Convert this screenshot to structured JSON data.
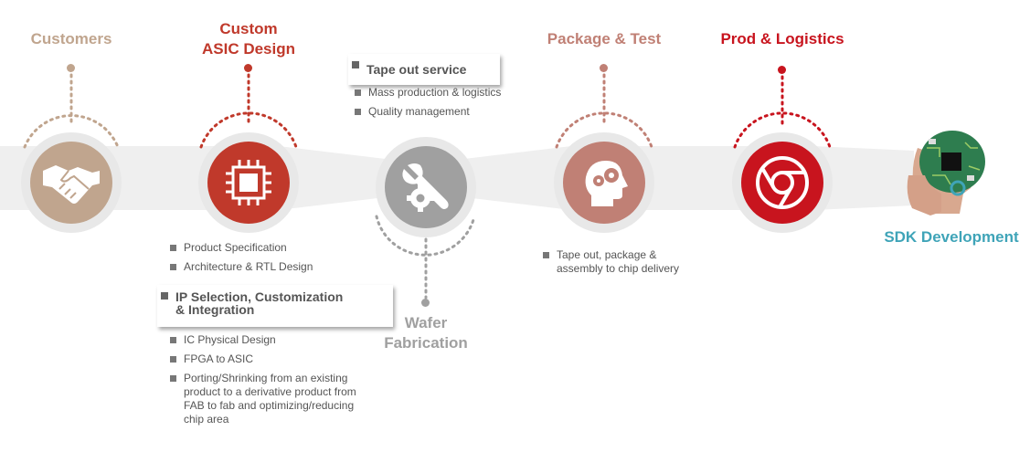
{
  "colors": {
    "customers": "#c0a58e",
    "asic": "#c0392b",
    "wafer": "#a0a0a0",
    "package": "#c08075",
    "prod": "#c8141e",
    "sdk": "#3fa4b8"
  },
  "stages": {
    "customers": {
      "title": "Customers",
      "icon": "handshake-icon"
    },
    "asic": {
      "title_line1": "Custom",
      "title_line2": "ASIC Design",
      "icon": "chip-icon",
      "bullets_top": [
        "Product Specification",
        "Architecture & RTL Design"
      ],
      "callout_line1": "IP Selection, Customization",
      "callout_line2": "& Integration",
      "bullets_bottom": [
        "IC Physical Design",
        "FPGA to ASIC",
        "Porting/Shrinking from an existing product to a derivative product from FAB to fab and optimizing/reducing chip area"
      ]
    },
    "wafer": {
      "title_line1": "Wafer",
      "title_line2": "Fabrication",
      "icon": "wrench-gear-icon",
      "callout": "Tape out service",
      "bullets": [
        "Mass production & logistics",
        "Quality management"
      ]
    },
    "package": {
      "title": "Package & Test",
      "icon": "head-gears-icon",
      "bullets": [
        "Tape out, package & assembly to chip delivery"
      ]
    },
    "prod": {
      "title": "Prod & Logistics",
      "icon": "chrome-logo-icon"
    },
    "sdk": {
      "title": "SDK Development",
      "icon": "circuit-board-hand-icon"
    }
  }
}
